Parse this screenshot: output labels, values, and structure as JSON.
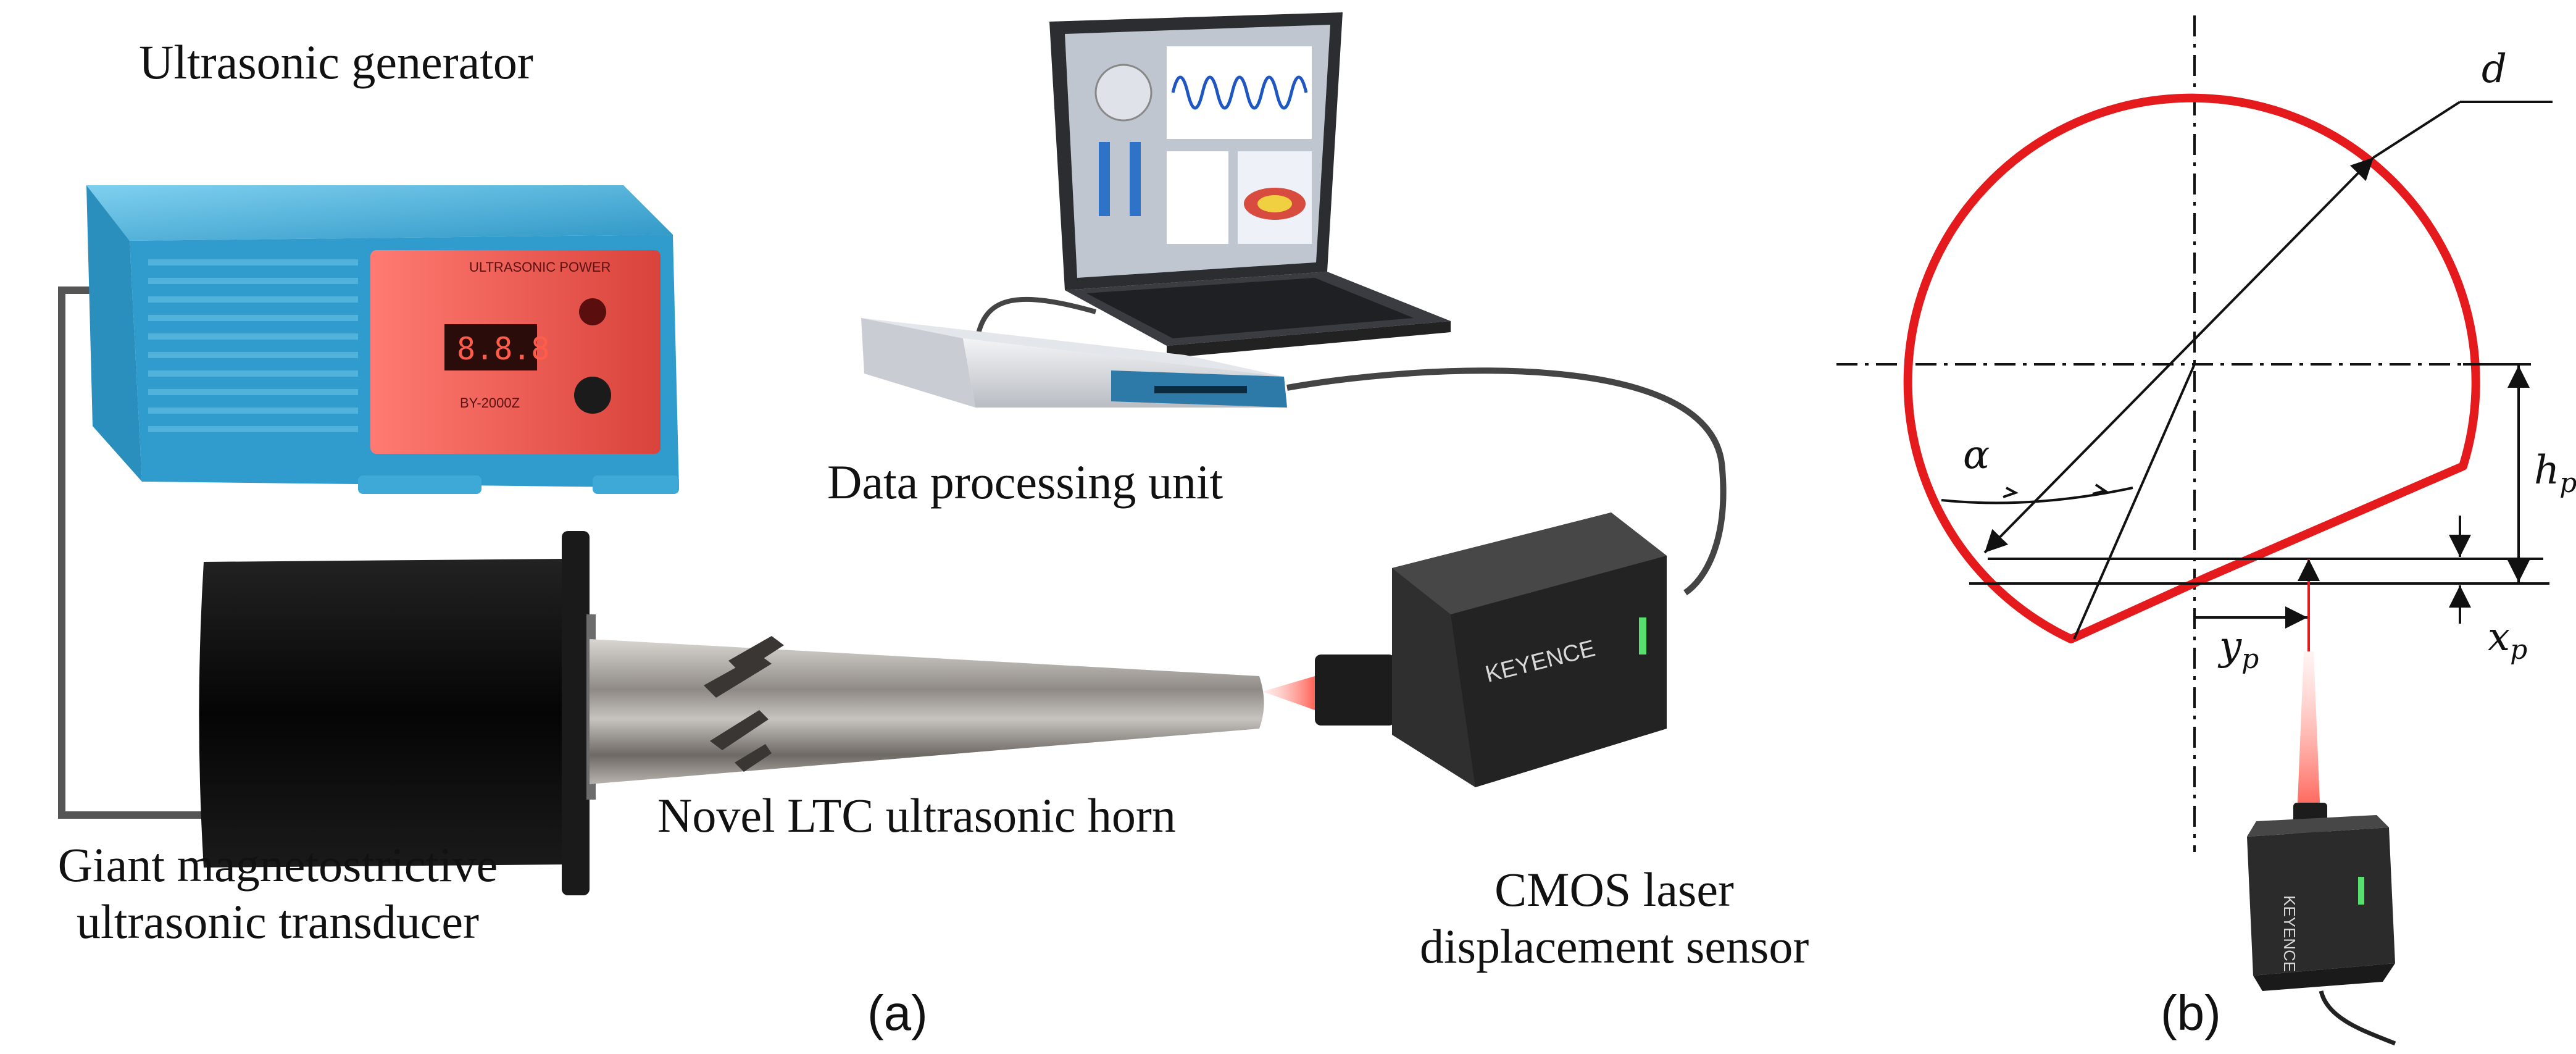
{
  "panel_a": {
    "tag": "(a)",
    "labels": {
      "generator": "Ultrasonic generator",
      "data_unit": "Data processing unit",
      "transducer_line1": "Giant magnetostrictive",
      "transducer_line2": "ultrasonic transducer",
      "horn": "Novel LTC ultrasonic horn",
      "sensor_line1": "CMOS laser",
      "sensor_line2": "displacement sensor"
    },
    "device_text": {
      "generator_panel": "ULTRASONIC POWER",
      "generator_display": "8.8.8",
      "generator_model": "BY-2000Z",
      "sensor_brand": "KEYENCE"
    }
  },
  "panel_b": {
    "tag": "(b)",
    "symbols": {
      "d": "d",
      "alpha": "α",
      "h": "h",
      "h_sub": "p",
      "y": "y",
      "y_sub": "p",
      "x": "x",
      "x_sub": "p"
    },
    "device_text": {
      "sensor_brand": "KEYENCE"
    }
  },
  "colors": {
    "profile": "#e41a1c",
    "generator_body": "#3ea9d6",
    "generator_front": "#e8574f",
    "transducer": "#0b0b0b",
    "horn": "#9a9590",
    "sensor": "#2a2a2a",
    "laser": "#ff6f61"
  }
}
